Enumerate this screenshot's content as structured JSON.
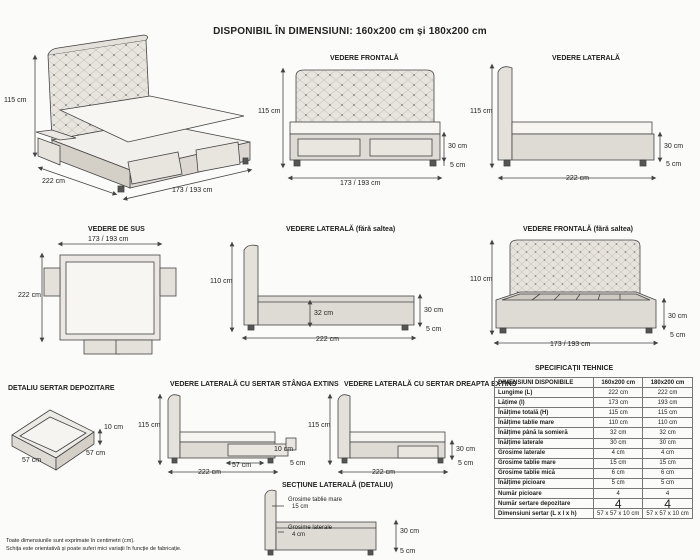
{
  "header": {
    "title": "DISPONIBIL ÎN DIMENSIUNI: 160x200 cm și 180x200 cm"
  },
  "views": {
    "front": "VEDERE FRONTALĂ",
    "side": "VEDERE LATERALĂ",
    "top": "VEDERE DE SUS",
    "side_no_mattress": "VEDERE LATERALĂ (fără saltea)",
    "front_no_mattress": "VEDERE FRONTALĂ (fără saltea)",
    "drawer_detail": "DETALIU SERTAR DEPOZITARE",
    "side_left_drawer": "VEDERE LATERALĂ CU SERTAR STÂNGA EXTINS",
    "side_right_drawer": "VEDERE LATERALĂ CU SERTAR DREAPTA EXTINS",
    "section": "SECȚIUNE LATERALĂ (DETALIU)",
    "specs": "SPECIFICAȚII TEHNICE"
  },
  "dims": {
    "h115": "115 cm",
    "h110": "110 cm",
    "h30": "30 cm",
    "h5": "5 cm",
    "h32": "32 cm",
    "w173_193": "173 / 193 cm",
    "l222": "222 cm",
    "l222_top": "222 cm",
    "d57": "57 cm",
    "d10": "10 cm",
    "d4": "4 cm",
    "d15": "15 cm",
    "frame_thick": "Grosime tablie mare",
    "side_thick": "Grosime laterale"
  },
  "specs": {
    "header": [
      "DIMENSIUNI DISPONIBILE",
      "160x200 cm",
      "180x200 cm"
    ],
    "rows": [
      [
        "Lungime (L)",
        "222 cm",
        "222 cm"
      ],
      [
        "Lățime (l)",
        "173 cm",
        "193 cm"
      ],
      [
        "Înălțime totală (H)",
        "115 cm",
        "115 cm"
      ],
      [
        "Înălțime tablie mare",
        "110 cm",
        "110 cm"
      ],
      [
        "Înălțime până la somieră",
        "32 cm",
        "32 cm"
      ],
      [
        "Înălțime laterale",
        "30 cm",
        "30 cm"
      ],
      [
        "Grosime laterale",
        "4 cm",
        "4 cm"
      ],
      [
        "Grosime tablie mare",
        "15 cm",
        "15 cm"
      ],
      [
        "Grosime tablie mică",
        "6 cm",
        "6 cm"
      ],
      [
        "Înălțime picioare",
        "5 cm",
        "5 cm"
      ],
      [
        "Număr picioare",
        "4",
        "4"
      ],
      [
        "Număr sertare depozitare",
        "4",
        "4"
      ],
      [
        "Dimensiuni sertar (L x l x h)",
        "57 x 57 x 10 cm",
        "57 x 57 x 10 cm"
      ]
    ]
  },
  "notes": [
    "Toate dimensiunile sunt exprimate în centimetri (cm).",
    "Schița este orientativă și poate suferi mici variații în funcție de fabricație."
  ]
}
